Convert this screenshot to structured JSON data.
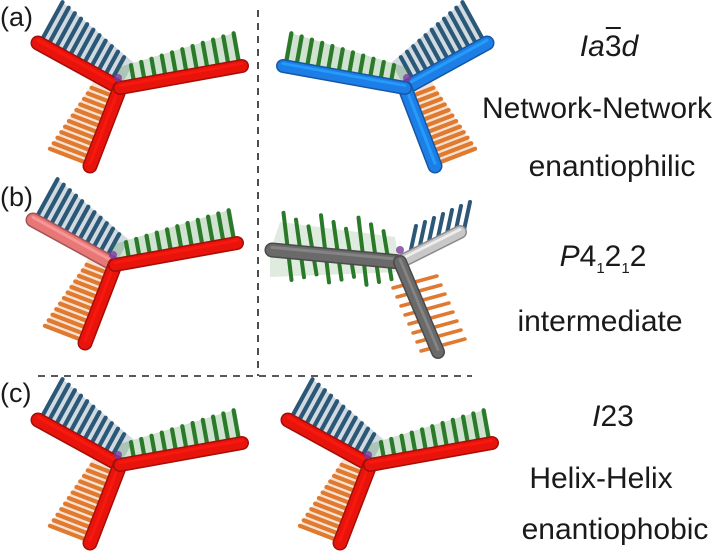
{
  "panels": [
    {
      "label": "(a)",
      "space_group": {
        "italic": "Ia",
        "barred": "3",
        "tail_italic": "d"
      },
      "line1": "Network-Network",
      "line2": "enantiophilic",
      "left_molecule": {
        "arms": [
          "red",
          "red",
          "red"
        ]
      },
      "right_molecule": {
        "arms": [
          "blue",
          "blue",
          "blue"
        ]
      }
    },
    {
      "label": "(b)",
      "space_group": {
        "italic": "P",
        "main": "4",
        "sub1": "1",
        "mid": "2",
        "sub2": "1",
        "end": "2"
      },
      "line1": "intermediate",
      "left_molecule": {
        "arms": [
          "pink",
          "red",
          "red"
        ]
      },
      "right_molecule": {
        "arms": [
          "gray",
          "gray",
          "gray"
        ]
      }
    },
    {
      "label": "(c)",
      "space_group": {
        "italic": "I",
        "rest": "23"
      },
      "line1": "Helix-Helix",
      "line2": "enantiophobic",
      "left_molecule": {
        "arms": [
          "red",
          "red",
          "red"
        ]
      },
      "right_molecule": {
        "arms": [
          "red",
          "red",
          "red"
        ]
      }
    }
  ],
  "colors": {
    "red_backbone": "#e8140c",
    "pink_backbone": "#e87878",
    "blue_backbone": "#1e7ee8",
    "gray_backbone": "#6a6a6a",
    "light_gray_backbone": "#c8c8c8",
    "blue_sidechain": "#2c5878",
    "orange_sidechain": "#e07a30",
    "green_sidechain": "#2a7a2a",
    "dashed_divider": "#222222"
  }
}
